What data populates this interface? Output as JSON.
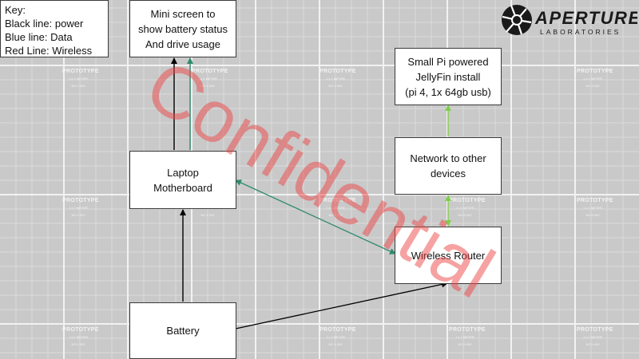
{
  "key": {
    "title": "Key:",
    "lines": [
      "Black line: power",
      "Blue line: Data",
      "Red Line: Wireless"
    ]
  },
  "nodes": {
    "mini_screen": [
      "Mini screen to",
      "show battery status",
      "And drive usage"
    ],
    "pi_server": [
      "Small Pi powered",
      "JellyFin install",
      "(pi 4, 1x 64gb usb)"
    ],
    "network": [
      "Network to other",
      "devices"
    ],
    "laptop": [
      "Laptop",
      "Motherboard"
    ],
    "router": [
      "Wireless Router"
    ],
    "battery": [
      "Battery"
    ]
  },
  "edges": [
    {
      "from": "laptop",
      "to": "mini_screen",
      "kind": "power"
    },
    {
      "from": "laptop",
      "to": "mini_screen",
      "kind": "data"
    },
    {
      "from": "battery",
      "to": "laptop",
      "kind": "power"
    },
    {
      "from": "battery",
      "to": "router",
      "kind": "power"
    },
    {
      "from": "laptop",
      "to": "router",
      "kind": "data"
    },
    {
      "from": "router",
      "to": "network",
      "kind": "wireless"
    },
    {
      "from": "network",
      "to": "pi_server",
      "kind": "wireless"
    }
  ],
  "stamp": {
    "title": "PROTOTYPE",
    "sub1": "1 x 1 METER",
    "sub2": "NO 4 002"
  },
  "logo": {
    "word": "APERTURE",
    "sub": "LABORATORIES"
  },
  "watermark": "Confidential",
  "colors": {
    "background": "#c9c9c9",
    "power_line": "#000000",
    "data_line": "#2e8b6e",
    "wireless_line": "#7fce4a",
    "watermark": "#ee4646"
  }
}
